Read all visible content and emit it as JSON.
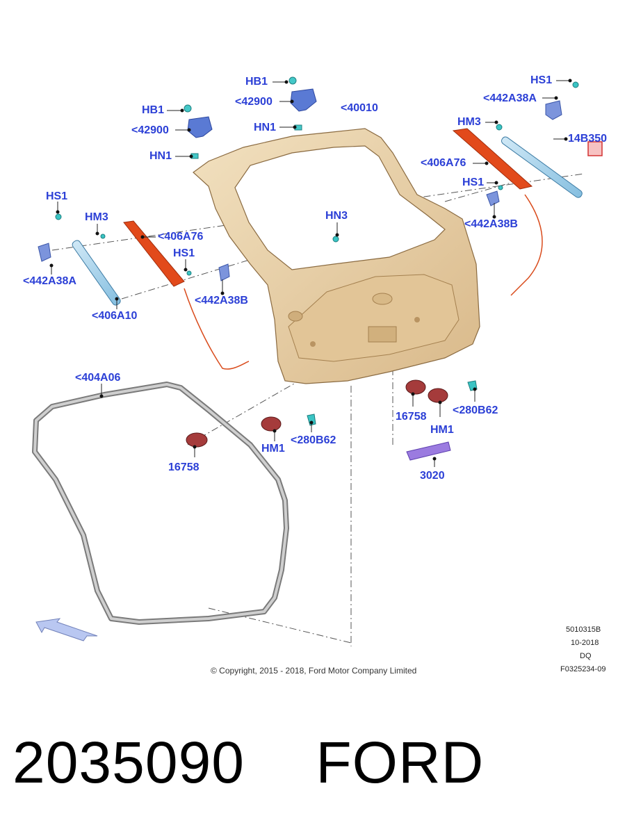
{
  "labels": {
    "hb1_left": "HB1",
    "p42900_left": "<42900",
    "hn1_left": "HN1",
    "hb1_center": "HB1",
    "p42900_center": "<42900",
    "hn1_center": "HN1",
    "p40010": "<40010",
    "hs1_top_right": "HS1",
    "p442a38a_top_right": "<442A38A",
    "hm3_right": "HM3",
    "p14b350": "14B350",
    "p406a76_right": "<406A76",
    "hs1_right": "HS1",
    "p442a38b_right": "<442A38B",
    "hs1_left": "HS1",
    "hm3_left": "HM3",
    "p406a76_left": "<406A76",
    "hn3": "HN3",
    "p442a38a_left": "<442A38A",
    "hs1_mid_left": "HS1",
    "p442a38b_left": "<442A38B",
    "p406a10": "<406A10",
    "p404a06": "<404A06",
    "p16758_left": "16758",
    "hm1_left": "HM1",
    "p280b62_left": "<280B62",
    "p16758_right": "16758",
    "hm1_right": "HM1",
    "p280b62_right": "<280B62",
    "p3020": "3020"
  },
  "meta": {
    "ref": "5010315B",
    "date": "10-2018",
    "code": "DQ",
    "figure": "F0325234-09"
  },
  "copyright": "© Copyright, 2015 - 2018, Ford Motor Company Limited",
  "caption": {
    "part_number": "2035090",
    "brand": "FORD"
  },
  "colors": {
    "label": "#2b3fd6",
    "liftgate_body": "#e9d2a8",
    "weatherstrip": "#9a9a9a",
    "gas_strut": "#a8d4ec",
    "trim_red": "#e05020",
    "bumper": "#a83a3a",
    "bracket_purple": "#9b7be0",
    "hinge_blue": "#5878d0",
    "clip_teal": "#38c8c8"
  }
}
